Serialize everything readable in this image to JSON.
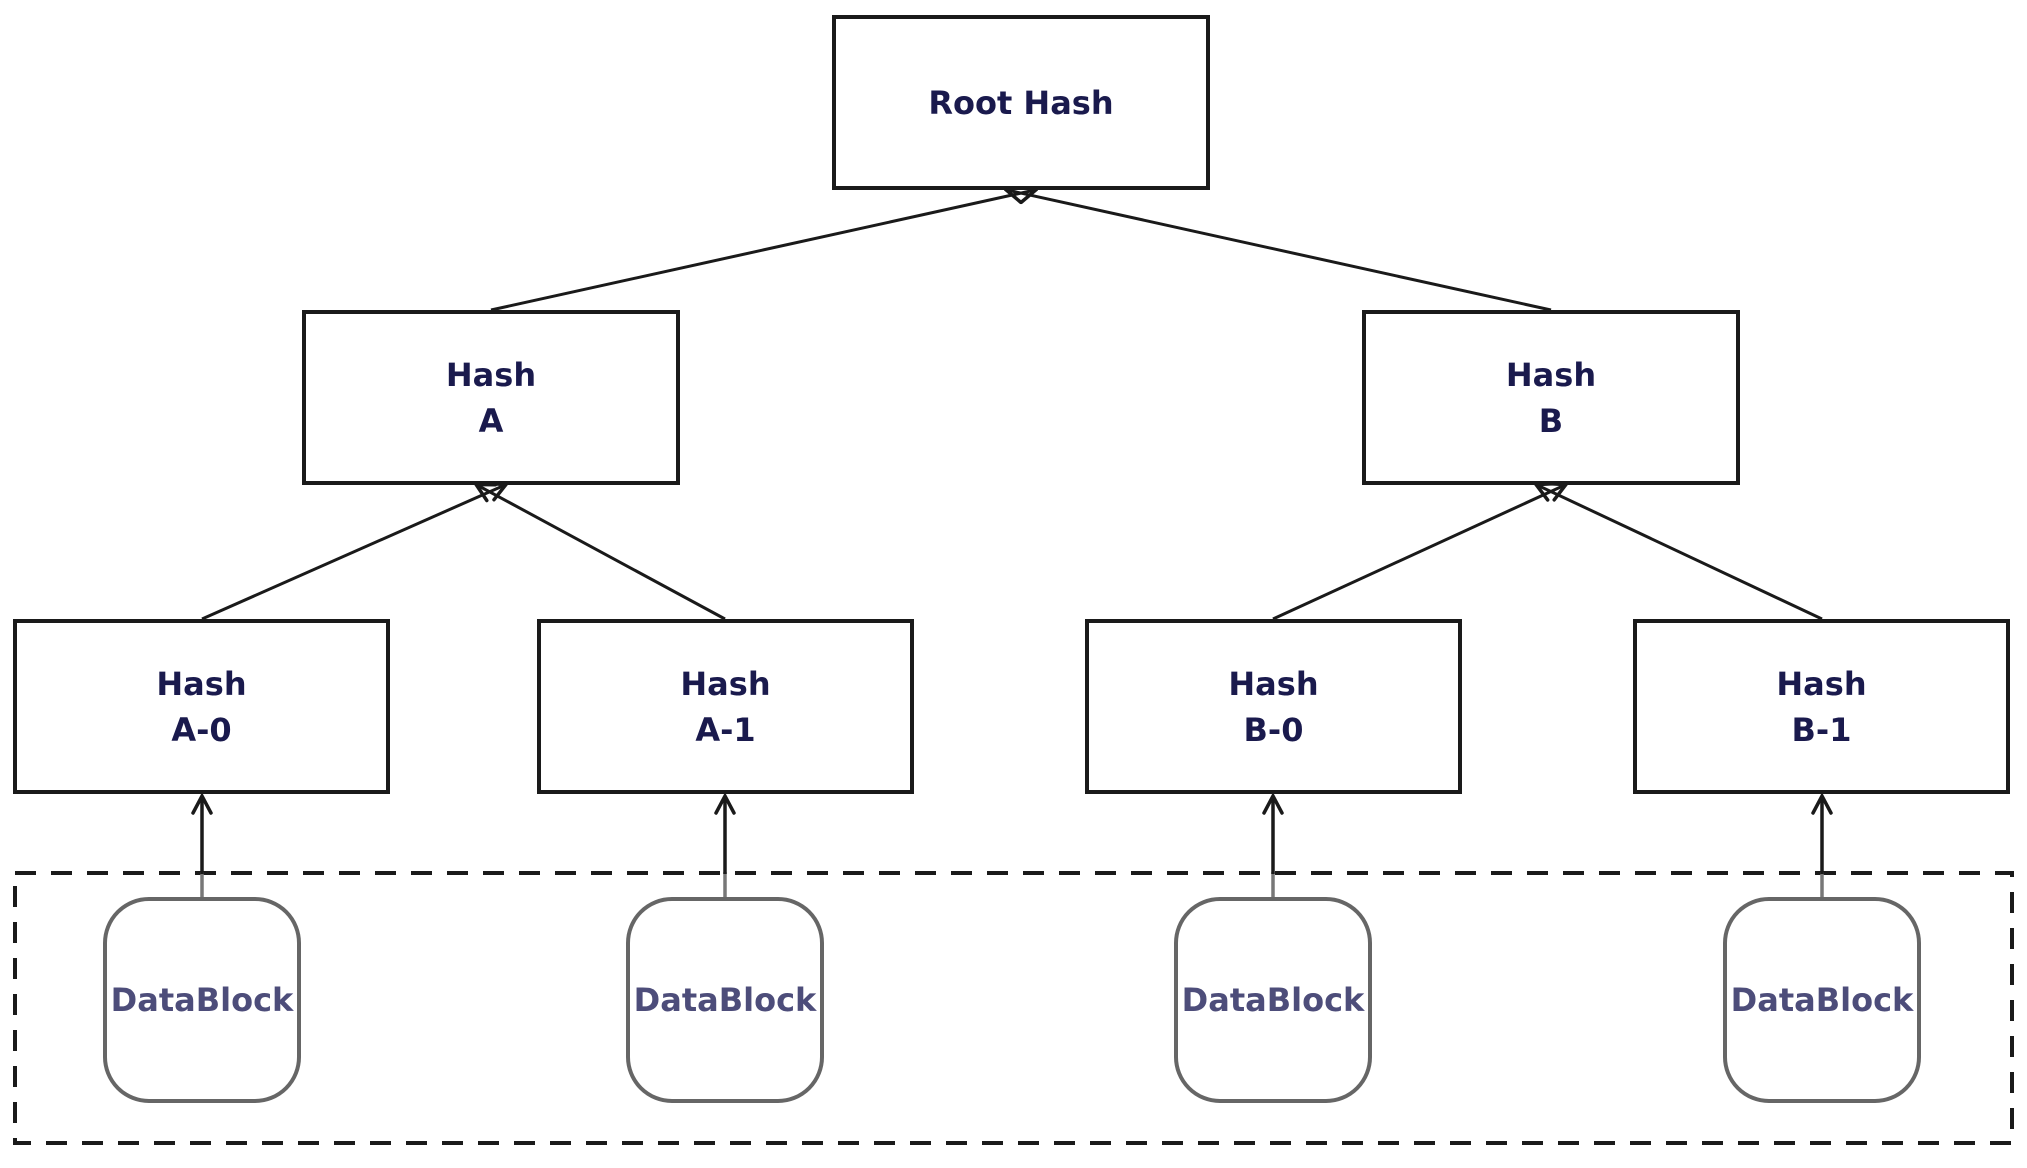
{
  "diagram": {
    "type": "merkle-hash-tree",
    "nodes": {
      "root": {
        "label": "Root Hash"
      },
      "hash_a": {
        "line1": "Hash",
        "line2": "A"
      },
      "hash_b": {
        "line1": "Hash",
        "line2": "B"
      },
      "hash_a0": {
        "line1": "Hash",
        "line2": "A-0"
      },
      "hash_a1": {
        "line1": "Hash",
        "line2": "A-1"
      },
      "hash_b0": {
        "line1": "Hash",
        "line2": "B-0"
      },
      "hash_b1": {
        "line1": "Hash",
        "line2": "B-1"
      }
    },
    "datablocks": [
      {
        "label": "DataBlock"
      },
      {
        "label": "DataBlock"
      },
      {
        "label": "DataBlock"
      },
      {
        "label": "DataBlock"
      }
    ],
    "colors": {
      "hash_box_border": "#1a1a1a",
      "hash_text": "#1a1a4d",
      "datablock_border": "#666666",
      "datablock_text": "#4d4d7a",
      "arrow": "#1a1a1a",
      "leaf_arrow_tail": "#777777",
      "dashed_container_border": "#1a1a1a",
      "background": "#ffffff"
    }
  }
}
